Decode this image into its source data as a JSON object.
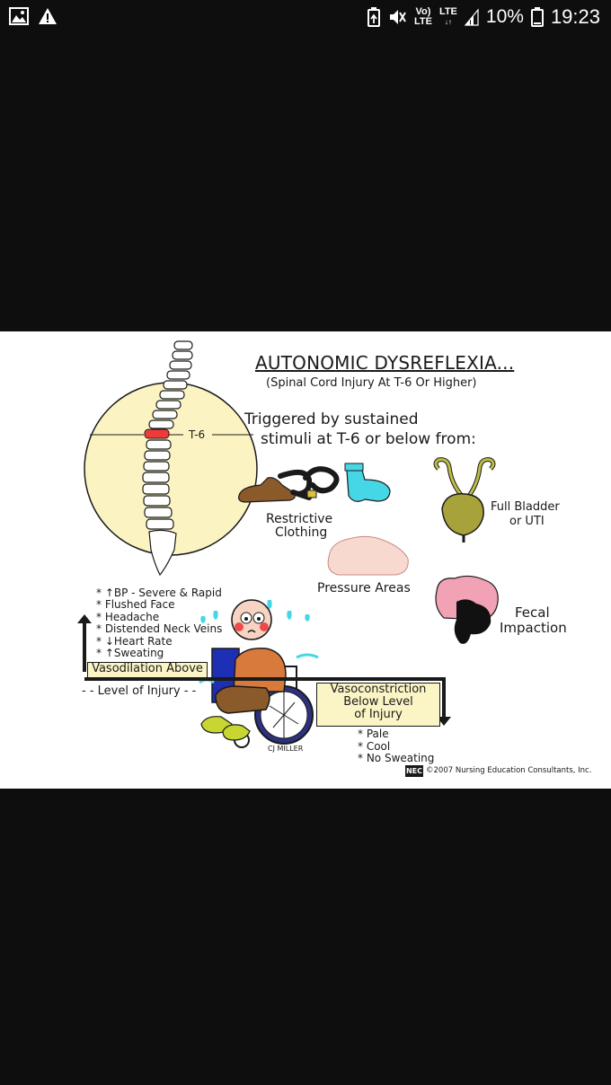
{
  "status_bar": {
    "icons_left": [
      "image-icon",
      "warning-icon"
    ],
    "icons_right": [
      "battery-saver-icon",
      "mute-icon",
      "volte-icon",
      "lte-icon",
      "signal-icon",
      "battery-icon"
    ],
    "volte_line1": "Vo)",
    "volte_line2": "LTE",
    "lte_label": "LTE",
    "battery": "10%",
    "time": "19:23"
  },
  "image": {
    "title": "AUTONOMIC DYSREFLEXIA...",
    "subtitle": "(Spinal Cord Injury At T-6 Or Higher)",
    "spine_label": "T-6",
    "triggered_line1": "Triggered by sustained",
    "triggered_line2": "stimuli at T-6 or below from:",
    "restrictive_line1": "Restrictive",
    "restrictive_line2": "Clothing",
    "bladder_line1": "Full Bladder",
    "bladder_line2": "or UTI",
    "pressure": "Pressure Areas",
    "fecal_line1": "Fecal",
    "fecal_line2": "Impaction",
    "symptoms_above": [
      "* ↑BP - Severe & Rapid",
      "* Flushed Face",
      "* Headache",
      "* Distended Neck Veins",
      "* ↓Heart Rate",
      "* ↑Sweating"
    ],
    "vasodilation": "Vasodilation Above",
    "level_of_injury": "- - Level of Injury - -",
    "vasoconstriction_line1": "Vasoconstriction",
    "vasoconstriction_line2": "Below Level",
    "vasoconstriction_line3": "of Injury",
    "symptoms_below": [
      "* Pale",
      "* Cool",
      "* No Sweating"
    ],
    "artist": "CJ MILLER",
    "nec_logo": "NEC",
    "copyright": "©2007 Nursing Education Consultants, Inc."
  }
}
